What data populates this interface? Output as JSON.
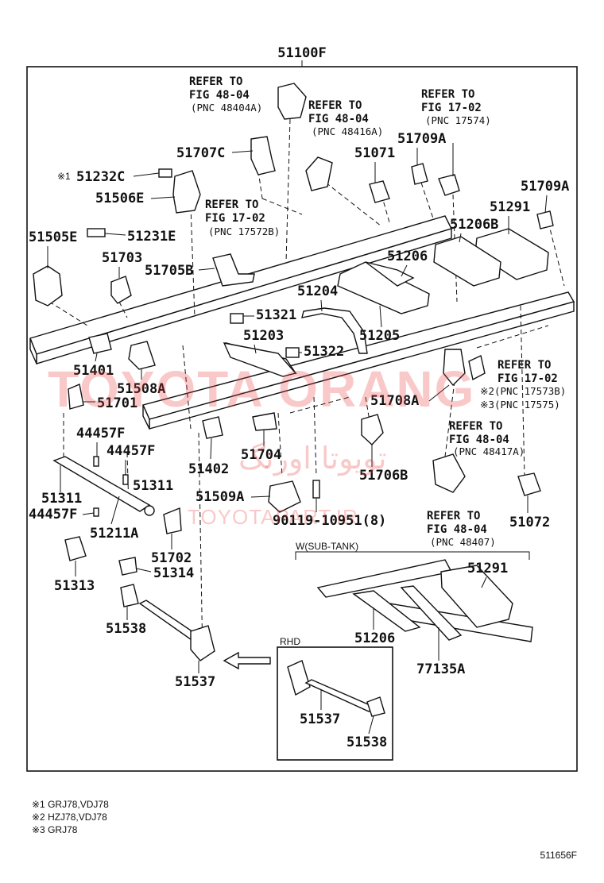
{
  "main_part": "51100F",
  "refs": [
    {
      "line1": "REFER TO",
      "line2": "FIG 48-04",
      "line3": "(PNC 48404A)"
    },
    {
      "line1": "REFER TO",
      "line2": "FIG 48-04",
      "line3": "(PNC 48416A)"
    },
    {
      "line1": "REFER TO",
      "line2": "FIG 17-02",
      "line3": "(PNC 17574)"
    },
    {
      "line1": "REFER TO",
      "line2": "FIG 17-02",
      "line3": "(PNC 17572B)"
    },
    {
      "line1": "REFER TO",
      "line2": "FIG 17-02",
      "line3": "※2(PNC 17573B)",
      "line4": "※3(PNC 17575)"
    },
    {
      "line1": "REFER TO",
      "line2": "FIG 48-04",
      "line3": "(PNC 48417A)"
    },
    {
      "line1": "REFER TO",
      "line2": "FIG 48-04",
      "line3": "(PNC 48407)"
    }
  ],
  "labels": {
    "p51707c": "51707C",
    "p51232c": "51232C",
    "p51232c_mark": "※1",
    "p51506e": "51506E",
    "p51505e": "51505E",
    "p51231e": "51231E",
    "p51703": "51703",
    "p51705b": "51705B",
    "p51071": "51071",
    "p51709a_1": "51709A",
    "p51709a_2": "51709A",
    "p51291": "51291",
    "p51206b": "51206B",
    "p51206": "51206",
    "p51204": "51204",
    "p51205": "51205",
    "p51321": "51321",
    "p51203": "51203",
    "p51322": "51322",
    "p51401": "51401",
    "p51508a": "51508A",
    "p51701": "51701",
    "p51708a": "51708A",
    "p44457f_1": "44457F",
    "p44457f_2": "44457F",
    "p44457f_3": "44457F",
    "p51311_1": "51311",
    "p51311_2": "51311",
    "p51211a": "51211A",
    "p51402": "51402",
    "p51704": "51704",
    "p51706b": "51706B",
    "p51509a": "51509A",
    "p90119": "90119-10951(8)",
    "p51072": "51072",
    "p51313": "51313",
    "p51702": "51702",
    "p51314": "51314",
    "p51538_1": "51538",
    "p51537_1": "51537",
    "sub_tank": "W(SUB-TANK)",
    "p51291_sub": "51291",
    "p51206_sub": "51206",
    "p77135a": "77135A",
    "rhd": "RHD",
    "p51537_2": "51537",
    "p51538_2": "51538"
  },
  "notes": [
    "※1 GRJ78,VDJ78",
    "※2 HZJ78,VDJ78",
    "※3 GRJ78"
  ],
  "diagram_id": "511656F",
  "watermark": {
    "line1": "TOYOTA ORANG",
    "line2": "تويوتا اورنگ",
    "line3": "TOYOTAPART.IR"
  }
}
